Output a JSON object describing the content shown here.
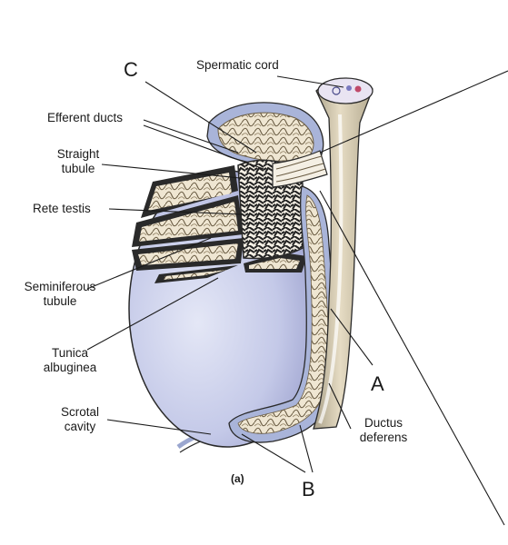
{
  "labels": {
    "spermatic_cord": "Spermatic cord",
    "efferent_ducts": "Efferent ducts",
    "straight_tubule_1": "Straight",
    "straight_tubule_2": "tubule",
    "rete_testis": "Rete testis",
    "seminiferous_tubule_1": "Seminiferous",
    "seminiferous_tubule_2": "tubule",
    "tunica_albuginea_1": "Tunica",
    "tunica_albuginea_2": "albuginea",
    "scrotal_cavity_1": "Scrotal",
    "scrotal_cavity_2": "cavity",
    "ductus_deferens_1": "Ductus",
    "ductus_deferens_2": "deferens",
    "panel": "(a)",
    "letter_a": "A",
    "letter_b": "B",
    "letter_c": "C"
  },
  "colors": {
    "testis_blue": "#c4c9e8",
    "testis_shade": "#8e93c4",
    "capsule_blue": "#a9b4d9",
    "epididymis_tan": "#d9cdb2",
    "tubule_cream": "#efe6d2",
    "cord_tan": "#cfc4a8",
    "outline": "#2a2a2a",
    "label_text": "#1a1a1a"
  }
}
